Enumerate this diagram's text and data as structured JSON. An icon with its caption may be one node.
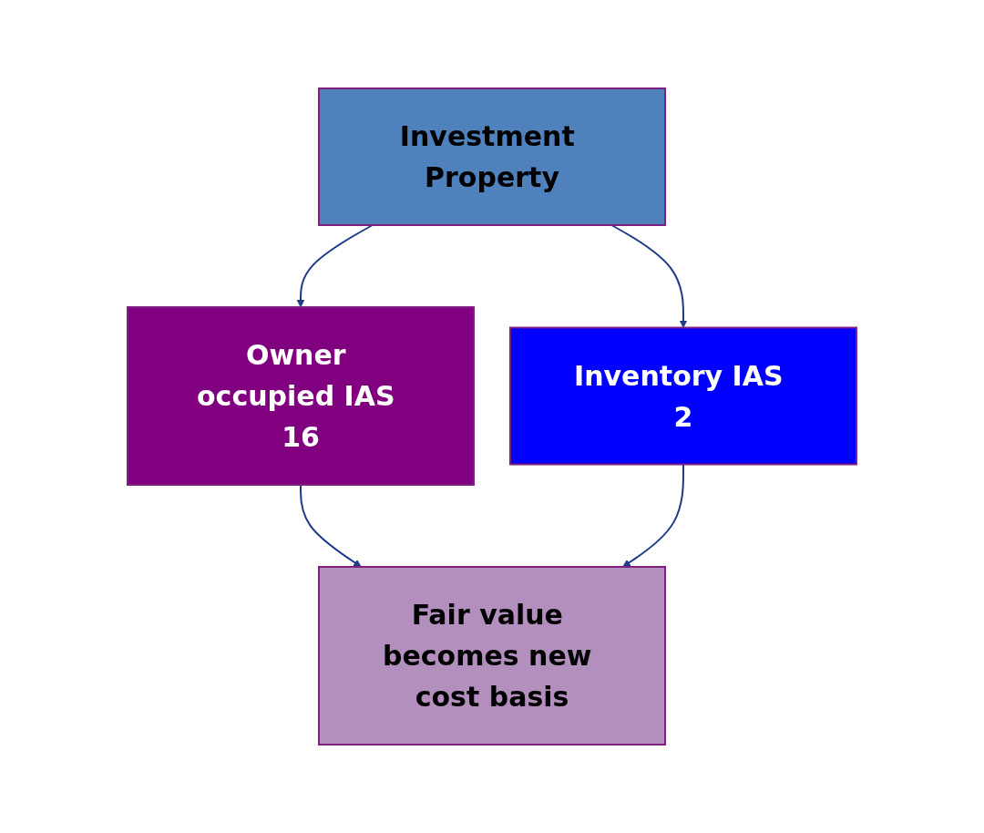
{
  "diagram": {
    "nodes": [
      {
        "text": [
          "Investment Property"
        ]
      },
      {
        "text": [
          "Owner occupied IAS 16"
        ]
      },
      {
        "text": [
          "Inventory IAS 2"
        ]
      },
      {
        "text": [
          "Fair value becomes new cost basis"
        ]
      }
    ],
    "edges": [
      {
        "from": 0,
        "to": 1,
        "arrow": "to"
      },
      {
        "from": 0,
        "to": 2,
        "arrow": "to"
      },
      {
        "from": 1,
        "to": 3,
        "arrow": "to"
      },
      {
        "from": 2,
        "to": 3,
        "arrow": "to"
      }
    ]
  }
}
